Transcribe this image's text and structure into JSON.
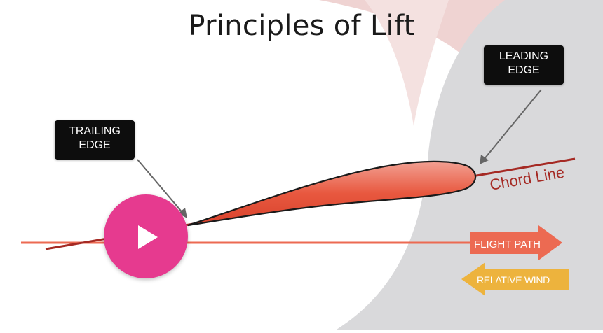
{
  "title": "Principles of Lift",
  "labels": {
    "leading_edge": [
      "LEADING",
      "EDGE"
    ],
    "trailing_edge": [
      "TRAILING",
      "EDGE"
    ],
    "chord_line": "Chord Line",
    "flight_path": "FLIGHT PATH",
    "relative_wind": "RELATIVE WIND"
  },
  "colors": {
    "airfoil_fill": "#e5533f",
    "airfoil_highlight": "#f08a78",
    "chord_line": "#a52a24",
    "flight_path": "#ec6a52",
    "relative_wind": "#edb33d",
    "play_button": "#e63a8f",
    "tag_background": "#0d0d0d",
    "background_right": "#d9d9db",
    "background_pink": "#efd3d2"
  },
  "icons": {
    "play": "play-icon"
  }
}
